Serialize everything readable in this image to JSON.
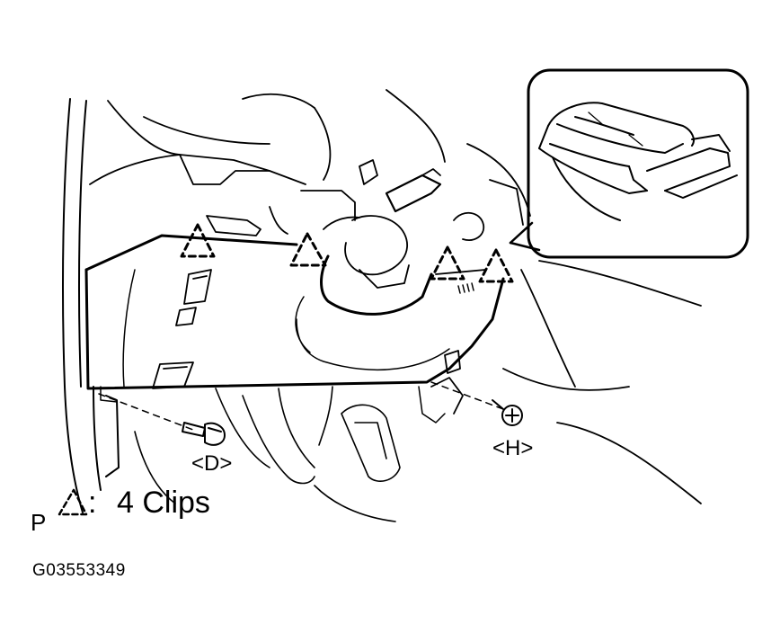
{
  "callouts": {
    "bolt_d": "<D>",
    "screw_h": "<H>"
  },
  "legend": {
    "prefix": "P",
    "colon": ":",
    "text": "4 Clips"
  },
  "figure_code": "G03553349",
  "colors": {
    "line": "#000000",
    "background": "#ffffff"
  }
}
